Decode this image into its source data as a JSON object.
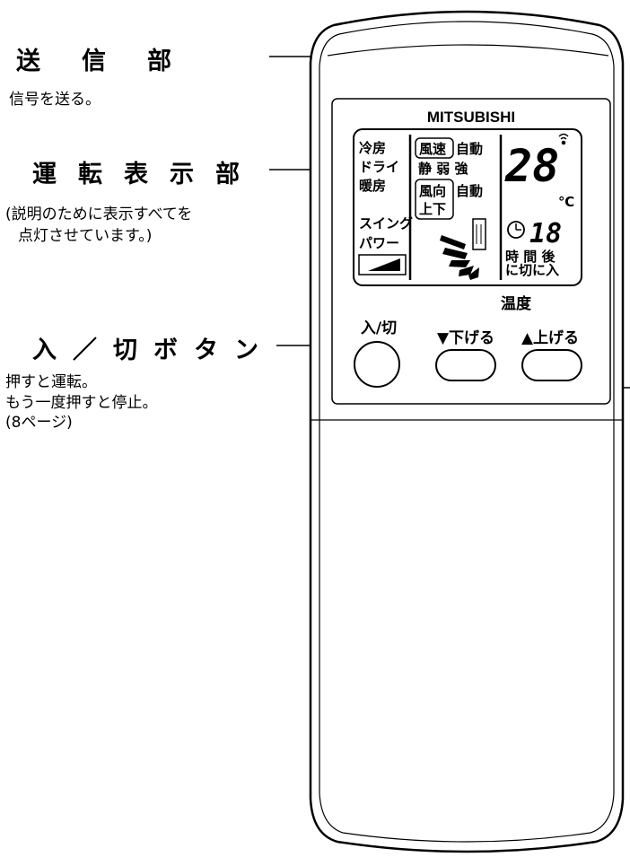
{
  "callouts": {
    "transmitter": {
      "title": "送信部",
      "desc": "信号を送る。"
    },
    "display": {
      "title": "運転表示部",
      "desc_1": "(説明のために表示すべてを",
      "desc_2": "点灯させています。)"
    },
    "power": {
      "title": "入／切ボタン",
      "desc_1": "押すと運転。",
      "desc_2": "もう一度押すと停止。",
      "desc_3": "(8ページ)"
    }
  },
  "remote": {
    "brand": "MITSUBISHI",
    "lcd": {
      "mode_cool": "冷房",
      "mode_dry": "ドライ",
      "mode_heat": "暖房",
      "swing": "スイング",
      "power": "パワー",
      "fan_speed_label": "風速",
      "fan_auto": "自動",
      "fan_levels": "静 弱 強",
      "direction_label_1": "風向",
      "direction_label_2": "上下",
      "direction_auto": "自動",
      "temp_value": "28",
      "temp_unit": "℃",
      "timer_value": "18",
      "timer_label_1": "時 間 後",
      "timer_label_2": "に切に入"
    },
    "buttons": {
      "temperature_label": "温度",
      "power_label": "入/切",
      "down_label": "▼下げる",
      "up_label": "▲上げる"
    }
  }
}
